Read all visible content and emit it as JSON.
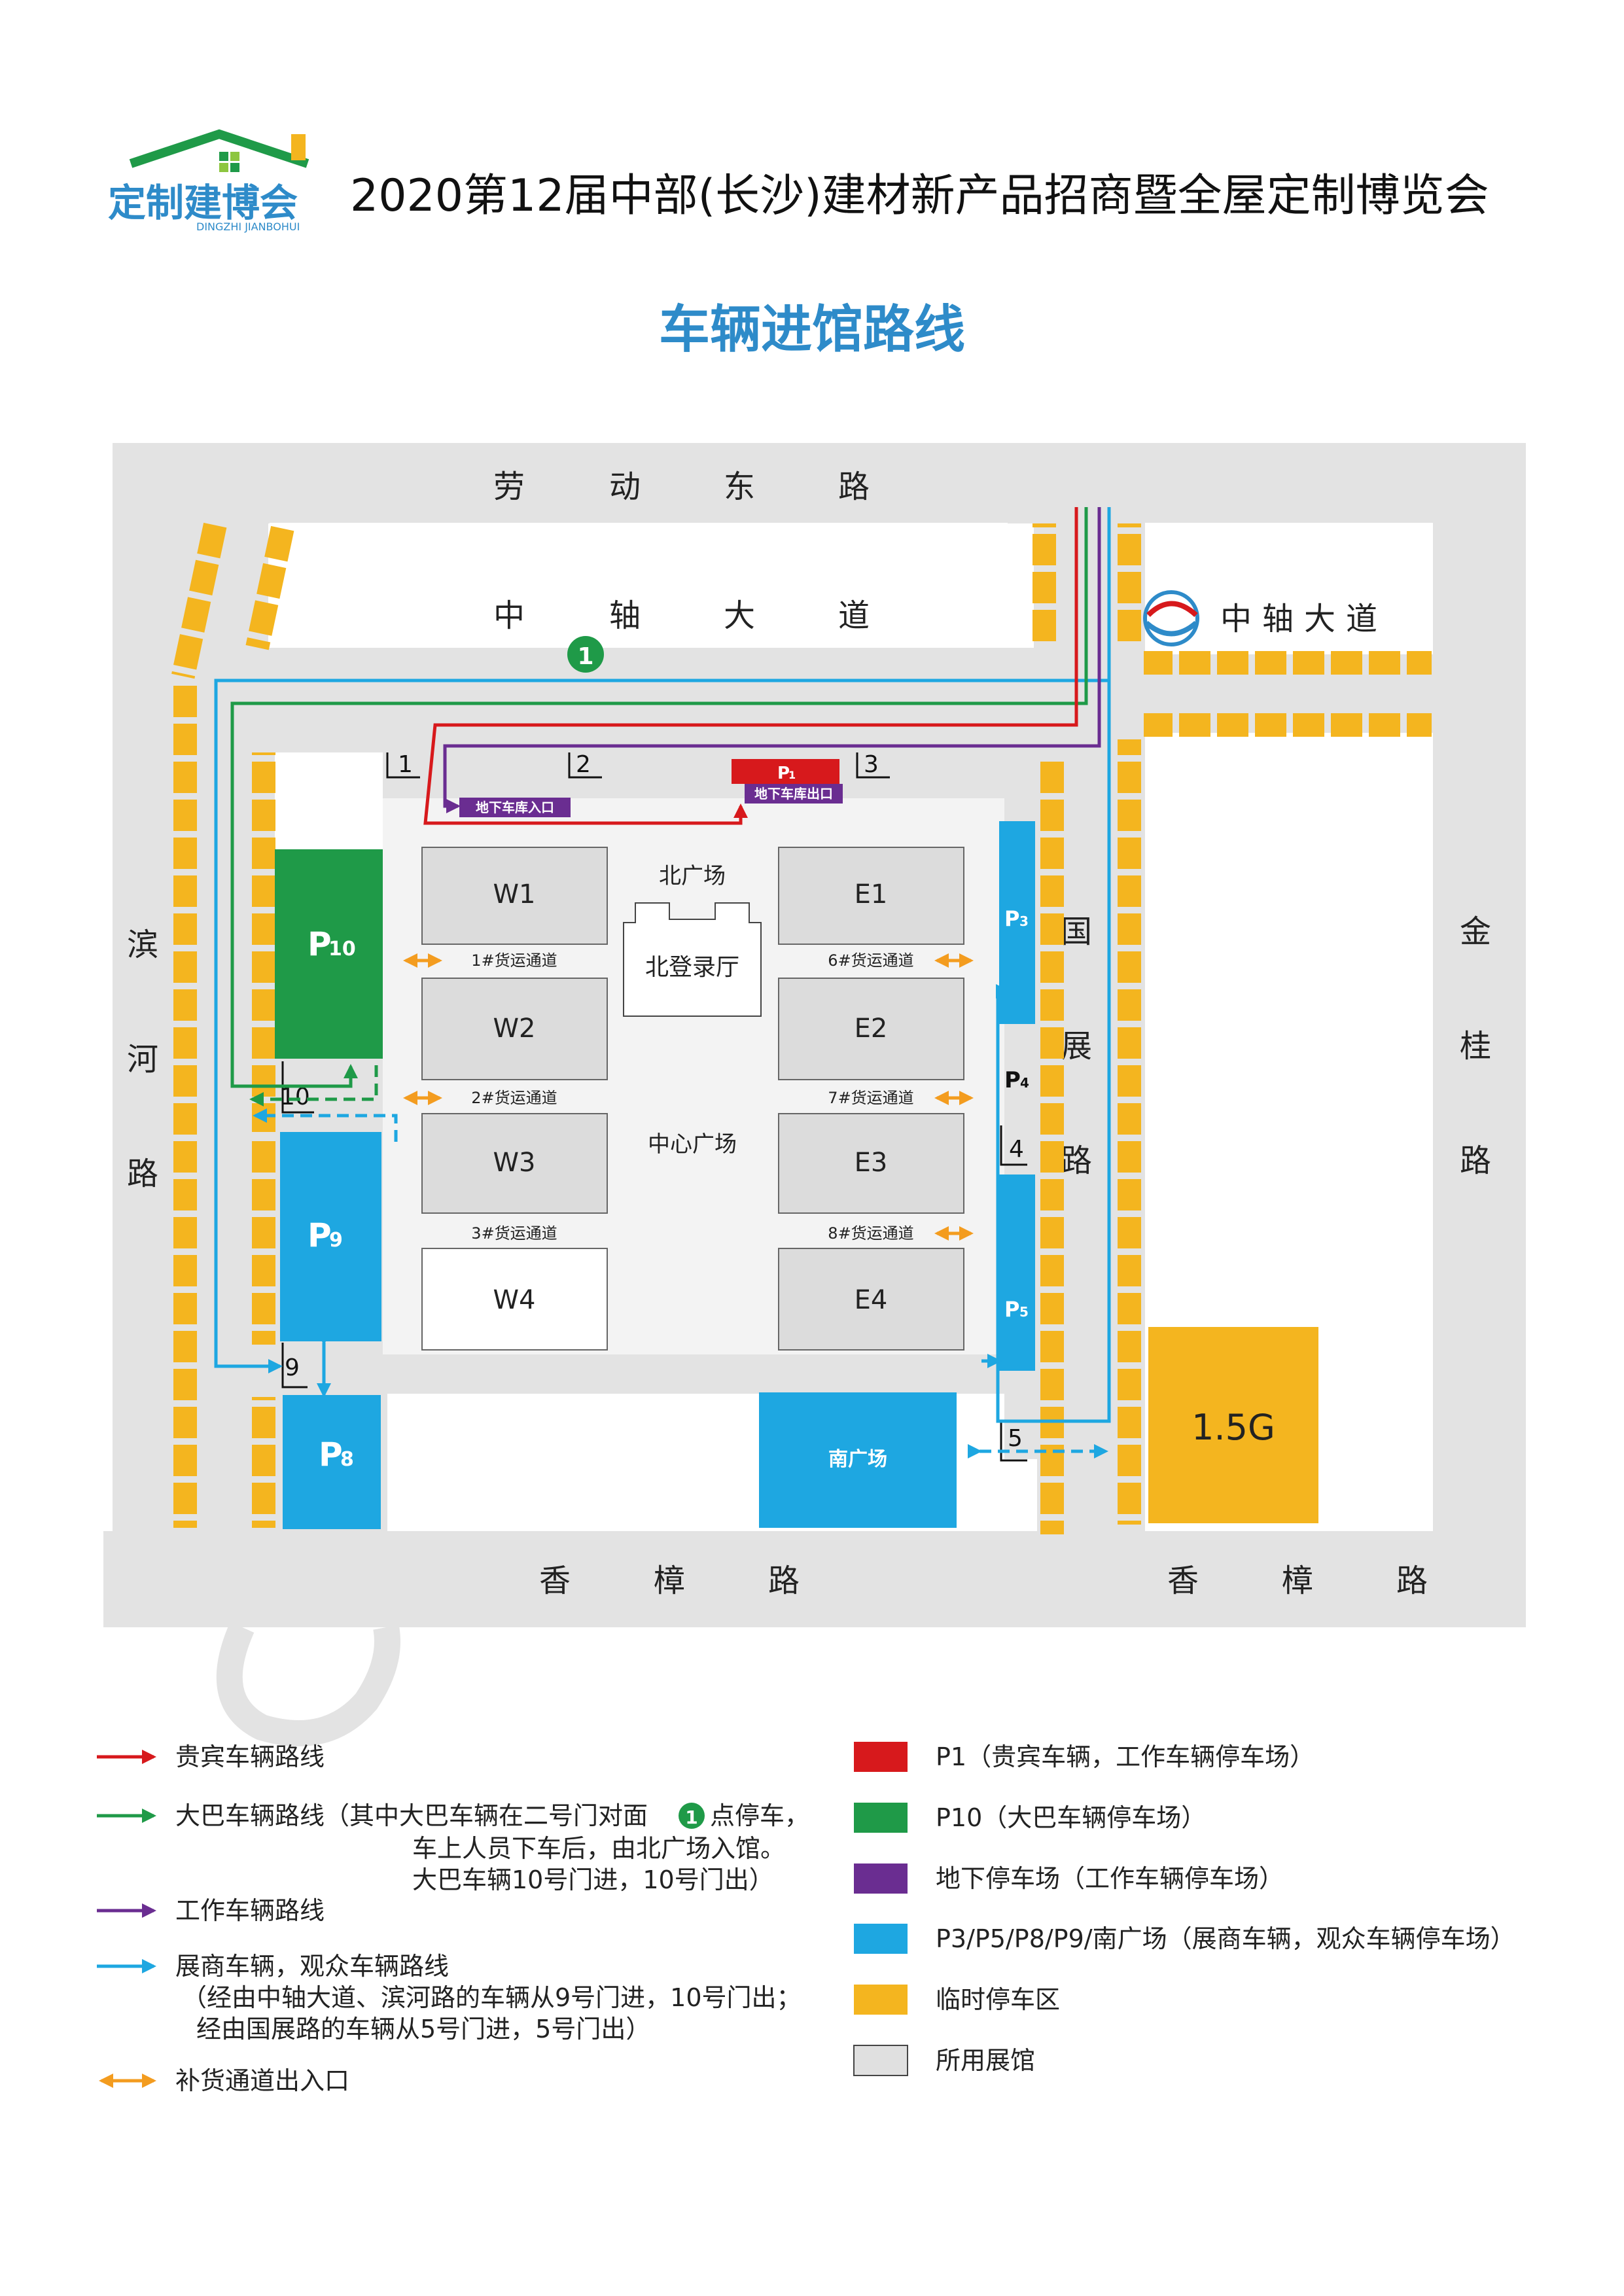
{
  "header": {
    "logo_text": "定制建博会",
    "logo_sub": "DINGZHI JIANBOHUI",
    "event_title": "2020第12届中部(长沙)建材新产品招商暨全屋定制博览会",
    "map_title": "车辆进馆路线"
  },
  "roads": {
    "north_outer": [
      "劳",
      "动",
      "东",
      "路"
    ],
    "north_inner": [
      "中",
      "轴",
      "大",
      "道"
    ],
    "metro_station": "中轴大道",
    "west": [
      "滨",
      "河",
      "路"
    ],
    "guozhan": [
      "国",
      "展",
      "路"
    ],
    "east": [
      "金",
      "桂",
      "路"
    ],
    "south_west": [
      "香",
      "樟",
      "路"
    ],
    "south_east": [
      "香",
      "樟",
      "路"
    ]
  },
  "halls": {
    "W1": "W1",
    "W2": "W2",
    "W3": "W3",
    "W4": "W4",
    "E1": "E1",
    "E2": "E2",
    "E3": "E3",
    "E4": "E4",
    "north_plaza": "北广场",
    "north_hall": "北登录厅",
    "center_plaza": "中心广场",
    "south_plaza": "南广场",
    "lot_1_5g": "1.5G"
  },
  "parking": {
    "P1": "P",
    "P1_sub": "1",
    "P3": "P",
    "P3_sub": "3",
    "P4": "P",
    "P4_sub": "4",
    "P5": "P",
    "P5_sub": "5",
    "P8": "P",
    "P8_sub": "8",
    "P9": "P",
    "P9_sub": "9",
    "P10": "P",
    "P10_sub": "10",
    "garage_entry": "地下车库入口",
    "garage_exit": "地下车库出口"
  },
  "channels": [
    "1#货运通道",
    "2#货运通道",
    "3#货运通道",
    "6#货运通道",
    "7#货运通道",
    "8#货运通道"
  ],
  "gates": [
    "1",
    "2",
    "3",
    "4",
    "5",
    "9",
    "10"
  ],
  "bus_stop_marker": "1",
  "legend_left": [
    {
      "color": "#d7191c",
      "lines": [
        "贵宾车辆路线"
      ]
    },
    {
      "color": "#1f9a48",
      "lines": [
        "大巴车辆路线（其中大巴车辆在二号门对面",
        "点停车，",
        "车上人员下车后，由北广场入馆。",
        "大巴车辆10号门进，10号门出）"
      ]
    },
    {
      "color": "#6a2d91",
      "lines": [
        "工作车辆路线"
      ]
    },
    {
      "color": "#1ea7e1",
      "lines": [
        "展商车辆，观众车辆路线",
        "（经由中轴大道、滨河路的车辆从9号门进，10号门出；",
        "经由国展路的车辆从5号门进，5号门出）"
      ]
    },
    {
      "color": "#f39c1f",
      "lines": [
        "补货通道出入口"
      ]
    }
  ],
  "legend_right": [
    {
      "color": "#d7191c",
      "text": "P1（贵宾车辆，工作车辆停车场）"
    },
    {
      "color": "#1f9a48",
      "text": "P10（大巴车辆停车场）"
    },
    {
      "color": "#6a2d91",
      "text": "地下停车场（工作车辆停车场）"
    },
    {
      "color": "#1ea7e1",
      "text": "P3/P5/P8/P9/南广场（展商车辆，观众车辆停车场）"
    },
    {
      "color": "#f4b51f",
      "text": "临时停车区"
    },
    {
      "color": "#e0e0e0",
      "text": "所用展馆"
    }
  ],
  "colors": {
    "road": "#e3e3e3",
    "hall": "#dcdcdc",
    "parking_blue": "#1ea7e1",
    "parking_green": "#1f9a48",
    "vip_red": "#d7191c",
    "work_purple": "#6a2d91",
    "temp_yellow": "#f4b51f",
    "arrow_orange": "#f39c1f",
    "title_blue": "#2e8bc9"
  }
}
